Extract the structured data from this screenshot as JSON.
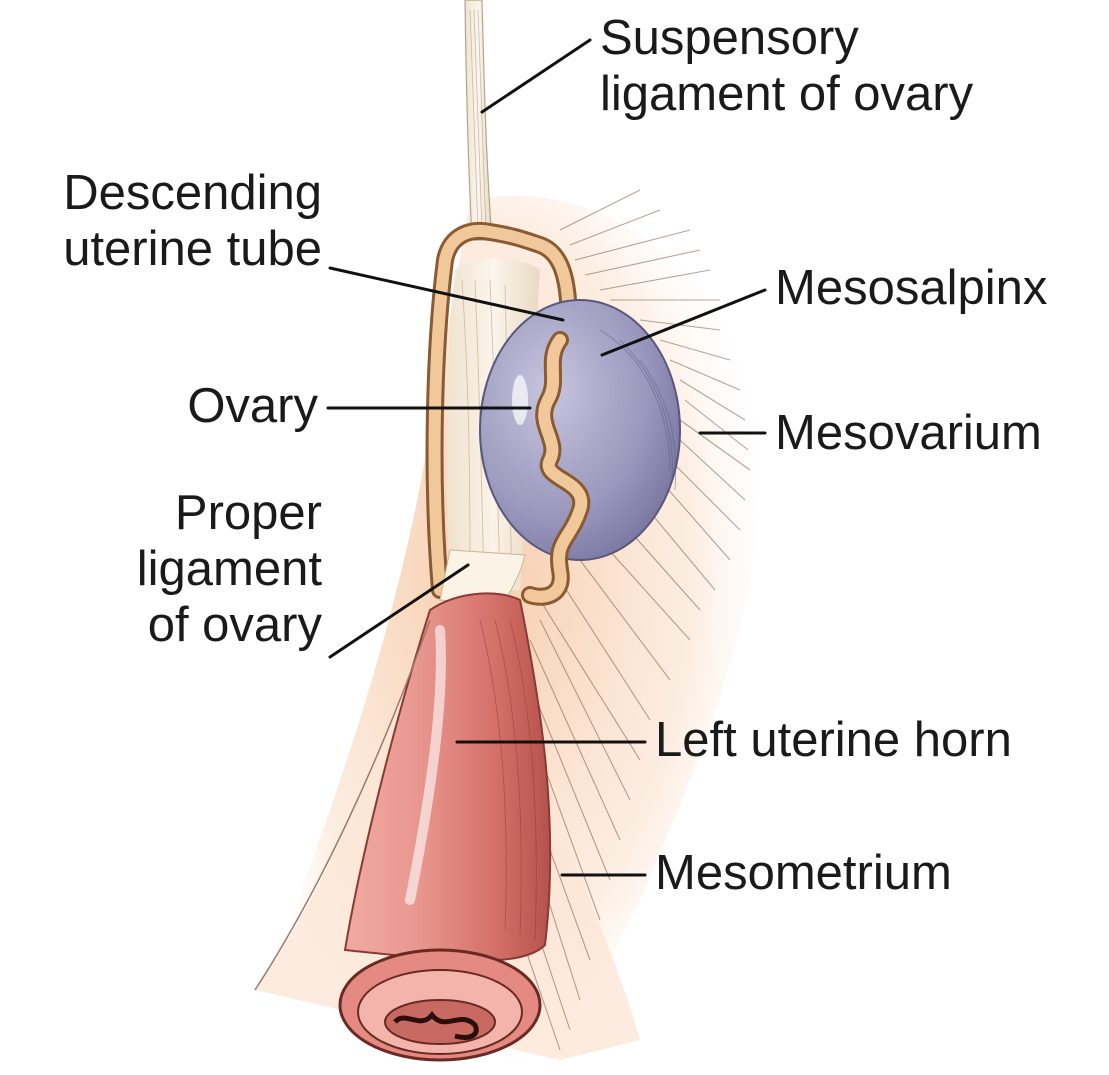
{
  "labels": {
    "suspensory_1": "Suspensory",
    "suspensory_2": "ligament of ovary",
    "descending_1": "Descending",
    "descending_2": "uterine tube",
    "mesosalpinx": "Mesosalpinx",
    "ovary": "Ovary",
    "mesovarium": "Mesovarium",
    "proper_1": "Proper",
    "proper_2": "ligament",
    "proper_3": "of ovary",
    "left_uterine_horn": "Left uterine horn",
    "mesometrium": "Mesometrium"
  },
  "colors": {
    "ovary": "#9a98bd",
    "ovary_dark": "#6f6c98",
    "uterine_tube": "#f0c89a",
    "uterine_tube_outline": "#8a5a33",
    "ligament": "#efe3cf",
    "horn": "#e58a82",
    "horn_dark": "#b5524b",
    "mesentery_glow": "#f6c9a6",
    "leader_line": "#111111"
  }
}
